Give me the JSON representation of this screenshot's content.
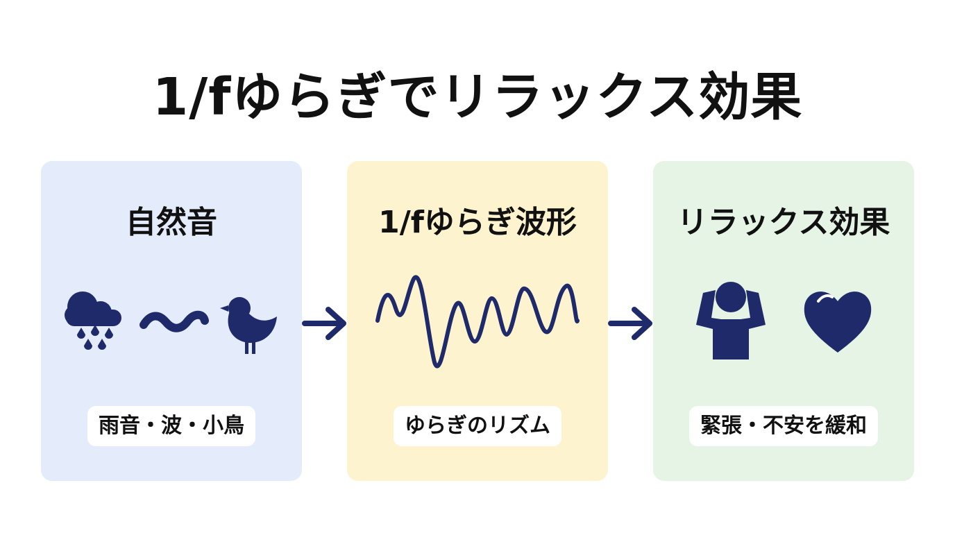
{
  "title": "1/fゆらぎでリラックス効果",
  "colors": {
    "icon": "#1f2a6b",
    "panel_nature": "#e4ecfb",
    "panel_wave": "#fdf4cf",
    "panel_relax": "#e6f4e6"
  },
  "panels": [
    {
      "title": "自然音",
      "label": "雨音・波・小鳥",
      "icons": [
        "rain-cloud-icon",
        "wave-icon",
        "bird-icon"
      ]
    },
    {
      "title": "1/fゆらぎ波形",
      "label": "ゆらぎのリズム",
      "icons": [
        "fluctuation-waveform-icon"
      ]
    },
    {
      "title": "リラックス効果",
      "label": "緊張・不安を緩和",
      "icons": [
        "relaxed-person-icon",
        "heart-icon"
      ]
    }
  ]
}
